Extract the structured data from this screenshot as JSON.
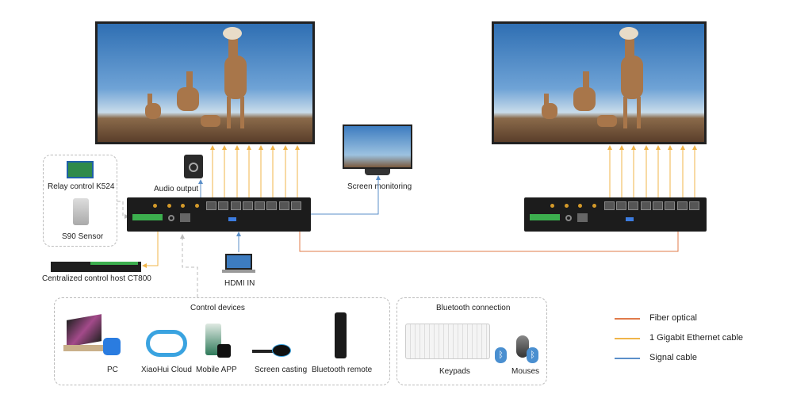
{
  "labels": {
    "relay": "Relay control K524",
    "sensor": "S90 Sensor",
    "audio": "Audio output",
    "monitoring": "Screen monitoring",
    "ct800": "Centralized control host CT800",
    "hdmi_in": "HDMI IN"
  },
  "control_devices": {
    "title": "Control devices",
    "items": [
      "PC",
      "XiaoHui Cloud",
      "Mobile APP",
      "Screen casting",
      "Bluetooth remote"
    ]
  },
  "bluetooth": {
    "title": "Bluetooth connection",
    "items": [
      "Keypads",
      "Mouses"
    ]
  },
  "legend": [
    {
      "label": "Fiber optical",
      "color": "#e07b4a"
    },
    {
      "label": "1 Gigabit Ethernet cable",
      "color": "#f0b54a"
    },
    {
      "label": "Signal cable",
      "color": "#5b8fc9"
    }
  ]
}
